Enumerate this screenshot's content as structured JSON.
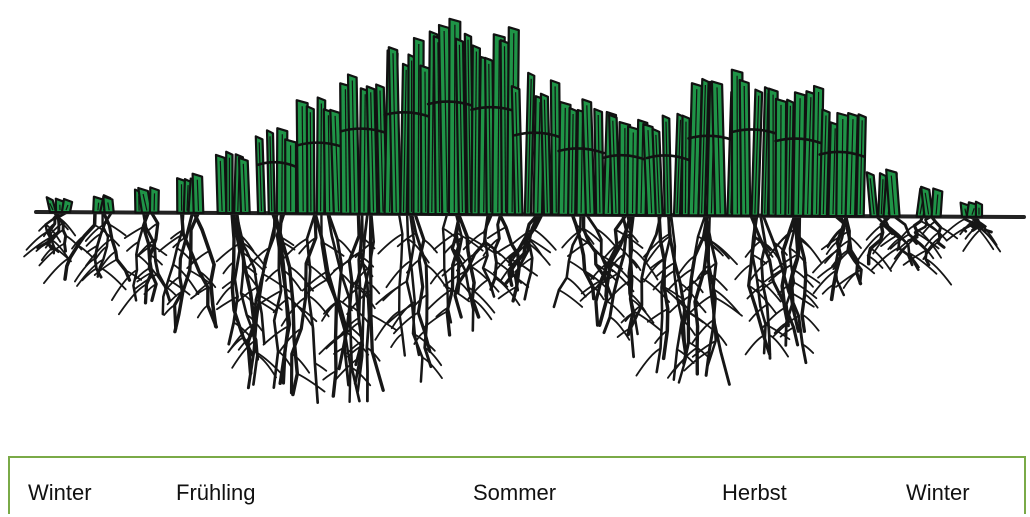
{
  "seasons": [
    {
      "label": "Winter"
    },
    {
      "label": "Frühling"
    },
    {
      "label": "Sommer"
    },
    {
      "label": "Herbst"
    },
    {
      "label": "Winter"
    }
  ],
  "growth": {
    "phases": [
      0.1,
      0.5,
      1.0,
      0.9,
      0.05
    ],
    "leaf_heights": [
      0.08,
      0.09,
      0.14,
      0.2,
      0.32,
      0.44,
      0.62,
      0.75,
      0.9,
      1.0,
      0.95,
      0.72,
      0.58,
      0.52,
      0.52,
      0.7,
      0.76,
      0.68,
      0.56,
      0.26,
      0.16,
      0.08
    ],
    "root_depths": [
      0.2,
      0.34,
      0.48,
      0.62,
      0.78,
      0.92,
      1.0,
      0.96,
      0.82,
      0.62,
      0.46,
      0.4,
      0.44,
      0.62,
      0.8,
      0.86,
      0.78,
      0.6,
      0.4,
      0.26,
      0.15,
      0.08
    ]
  },
  "colors": {
    "leaf": "#1f9447",
    "leaf_outline": "#111111",
    "root": "#161616",
    "ground": "#222222",
    "box_border": "#7aaa47"
  }
}
